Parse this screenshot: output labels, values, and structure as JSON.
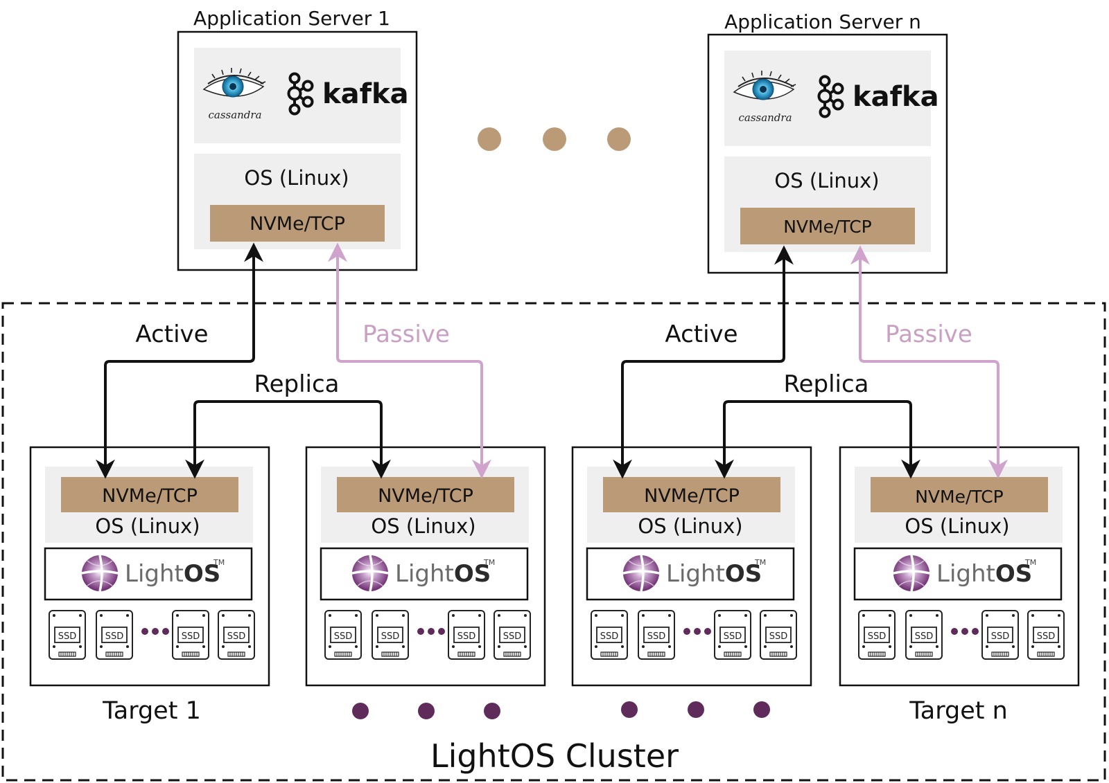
{
  "servers": [
    {
      "title": "Application Server 1",
      "app1": "cassandra",
      "app2": "kafka",
      "os": "OS (Linux)",
      "nvme": "NVMe/TCP"
    },
    {
      "title": "Application Server n",
      "app1": "cassandra",
      "app2": "kafka",
      "os": "OS (Linux)",
      "nvme": "NVMe/TCP"
    }
  ],
  "paths": [
    {
      "active": "Active",
      "passive": "Passive",
      "replica": "Replica"
    },
    {
      "active": "Active",
      "passive": "Passive",
      "replica": "Replica"
    }
  ],
  "targets": [
    {
      "nvme": "NVMe/TCP",
      "os": "OS (Linux)",
      "logo_light": "Light",
      "logo_os": "OS",
      "logo_tm": "TM",
      "ssd": "SSD",
      "caption": "Target 1"
    },
    {
      "nvme": "NVMe/TCP",
      "os": "OS (Linux)",
      "logo_light": "Light",
      "logo_os": "OS",
      "logo_tm": "TM",
      "ssd": "SSD",
      "caption": ""
    },
    {
      "nvme": "NVMe/TCP",
      "os": "OS (Linux)",
      "logo_light": "Light",
      "logo_os": "OS",
      "logo_tm": "TM",
      "ssd": "SSD",
      "caption": ""
    },
    {
      "nvme": "NVMe/TCP",
      "os": "OS (Linux)",
      "logo_light": "Light",
      "logo_os": "OS",
      "logo_tm": "TM",
      "ssd": "SSD",
      "caption": "Target n"
    }
  ],
  "cluster": {
    "label": "LightOS Cluster"
  },
  "colors": {
    "tan": "#bb9b77",
    "passive_pink": "#cfa3cb",
    "purple_dot": "#5e2b5b",
    "panel_grey": "#efefef"
  }
}
